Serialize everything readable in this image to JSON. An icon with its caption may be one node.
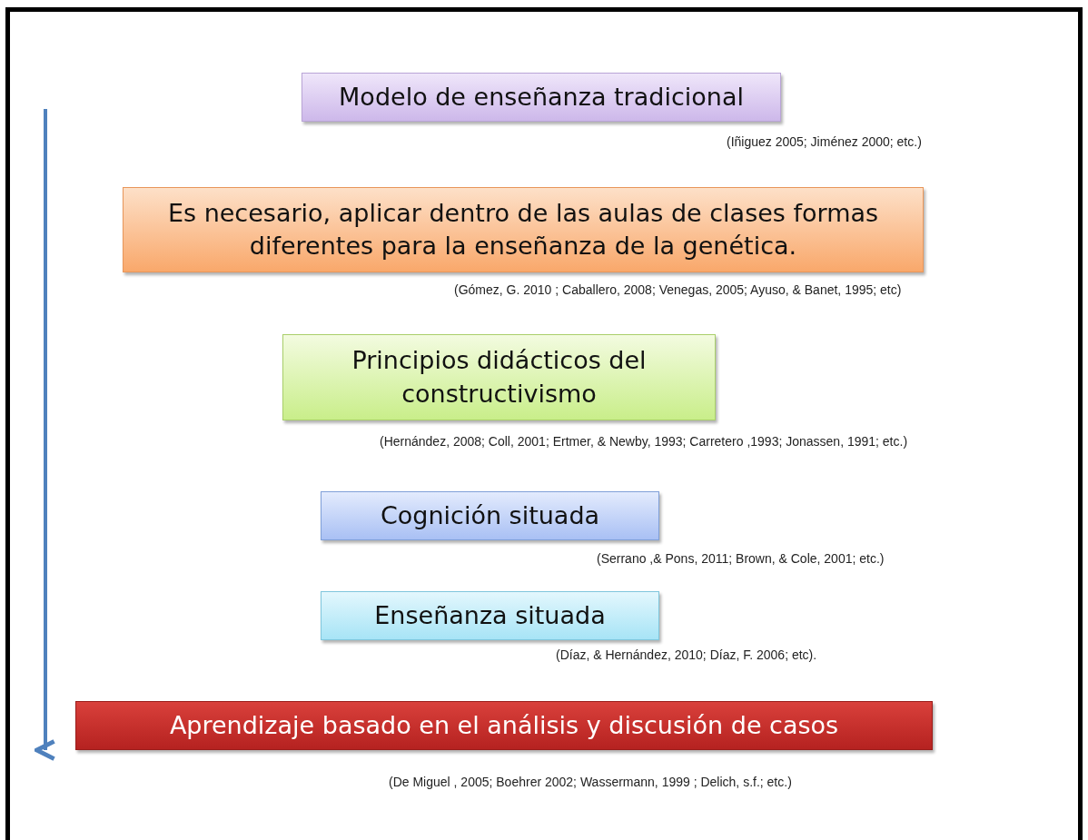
{
  "diagram": {
    "nodes": [
      {
        "text": [
          "Modelo de enseñanza tradicional"
        ],
        "beside": [
          "(Iñiguez 2005; Jiménez 2000; etc.)"
        ]
      },
      {
        "text": [
          "Es necesario, aplicar dentro de las aulas de clases formas diferentes para la enseñanza de la genética."
        ],
        "beside": [
          "(Gómez, G. 2010 ; Caballero, 2008; Venegas, 2005; Ayuso, & Banet, 1995; etc)"
        ]
      },
      {
        "text": [
          "Principios didácticos del constructivismo"
        ],
        "beside": [
          "(Hernández, 2008; Coll, 2001; Ertmer, & Newby, 1993; Carretero ,1993; Jonassen, 1991; etc.)"
        ]
      },
      {
        "text": [
          "Cognición situada"
        ],
        "beside": [
          "(Serrano ,& Pons, 2011; Brown, & Cole, 2001; etc.)"
        ]
      },
      {
        "text": [
          "Enseñanza situada"
        ],
        "beside": [
          "(Díaz, & Hernández, 2010; Díaz, F. 2006; etc)."
        ]
      },
      {
        "text": [
          "Aprendizaje basado en el análisis y discusión de casos"
        ],
        "beside": [
          "(De Miguel , 2005; Boehrer 2002; Wassermann, 1999 ; Delich, s.f.; etc.)"
        ]
      }
    ],
    "edges": []
  }
}
